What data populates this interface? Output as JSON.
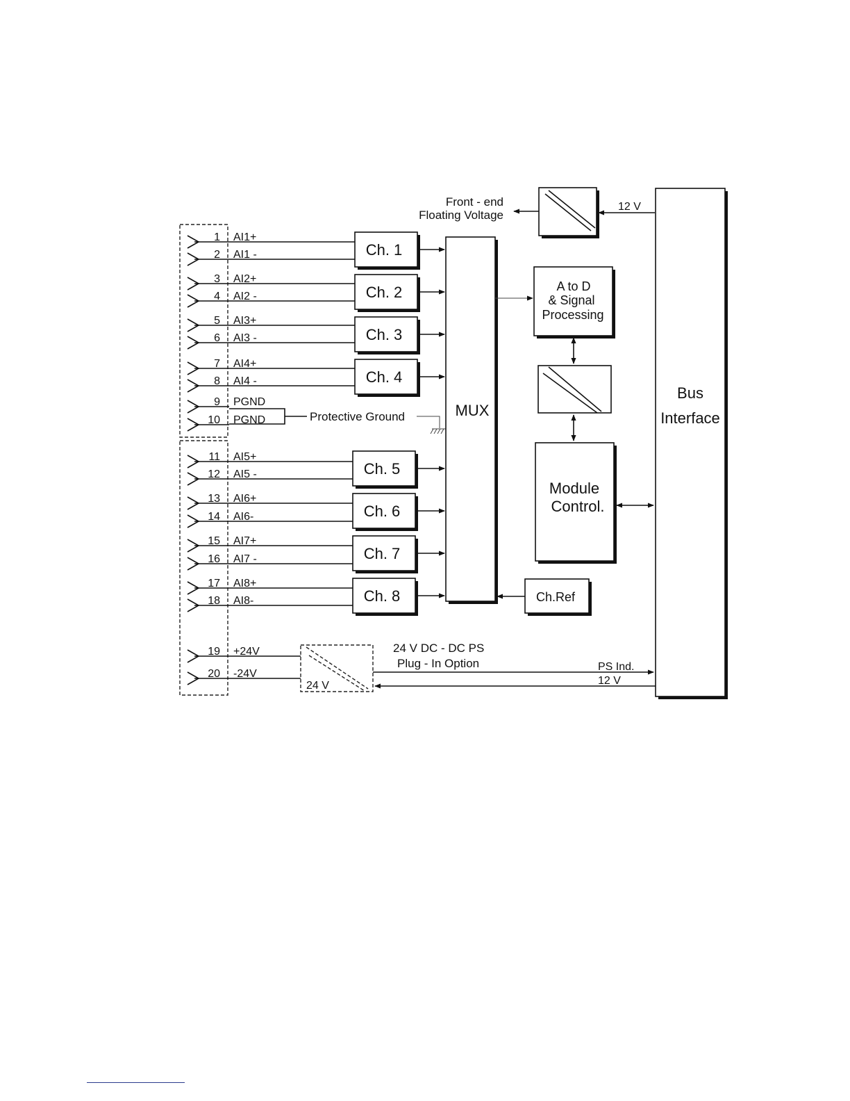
{
  "top": {
    "front_end_line1": "Front - end",
    "front_end_line2": "Floating Voltage",
    "v12_top": "12 V"
  },
  "pins": [
    {
      "num": "1",
      "label": "AI1+"
    },
    {
      "num": "2",
      "label": "AI1 -"
    },
    {
      "num": "3",
      "label": "AI2+"
    },
    {
      "num": "4",
      "label": "AI2 -"
    },
    {
      "num": "5",
      "label": "AI3+"
    },
    {
      "num": "6",
      "label": "AI3 -"
    },
    {
      "num": "7",
      "label": "AI4+"
    },
    {
      "num": "8",
      "label": "AI4 -"
    },
    {
      "num": "9",
      "label": "PGND"
    },
    {
      "num": "10",
      "label": "PGND"
    },
    {
      "num": "11",
      "label": "AI5+"
    },
    {
      "num": "12",
      "label": "AI5 -"
    },
    {
      "num": "13",
      "label": "AI6+"
    },
    {
      "num": "14",
      "label": "AI6-"
    },
    {
      "num": "15",
      "label": "AI7+"
    },
    {
      "num": "16",
      "label": "AI7 -"
    },
    {
      "num": "17",
      "label": "AI8+"
    },
    {
      "num": "18",
      "label": "AI8-"
    },
    {
      "num": "19",
      "label": "+24V"
    },
    {
      "num": "20",
      "label": "-24V"
    }
  ],
  "channels": [
    "Ch. 1",
    "Ch. 2",
    "Ch. 3",
    "Ch. 4",
    "Ch. 5",
    "Ch. 6",
    "Ch. 7",
    "Ch. 8"
  ],
  "protective_ground": "Protective Ground",
  "mux": "MUX",
  "adc": {
    "line1": "A to D",
    "line2": "& Signal",
    "line3": "Processing"
  },
  "module_control": {
    "line1": "Module",
    "line2": "Control."
  },
  "ch_ref": "Ch.Ref",
  "bus_interface": {
    "line1": "Bus",
    "line2": "Interface"
  },
  "power": {
    "dcdc_line1": "24 V DC - DC PS",
    "dcdc_line2": "Plug - In Option",
    "v24": "24 V",
    "ps_ind": "PS Ind.",
    "v12_bottom": "12 V"
  }
}
